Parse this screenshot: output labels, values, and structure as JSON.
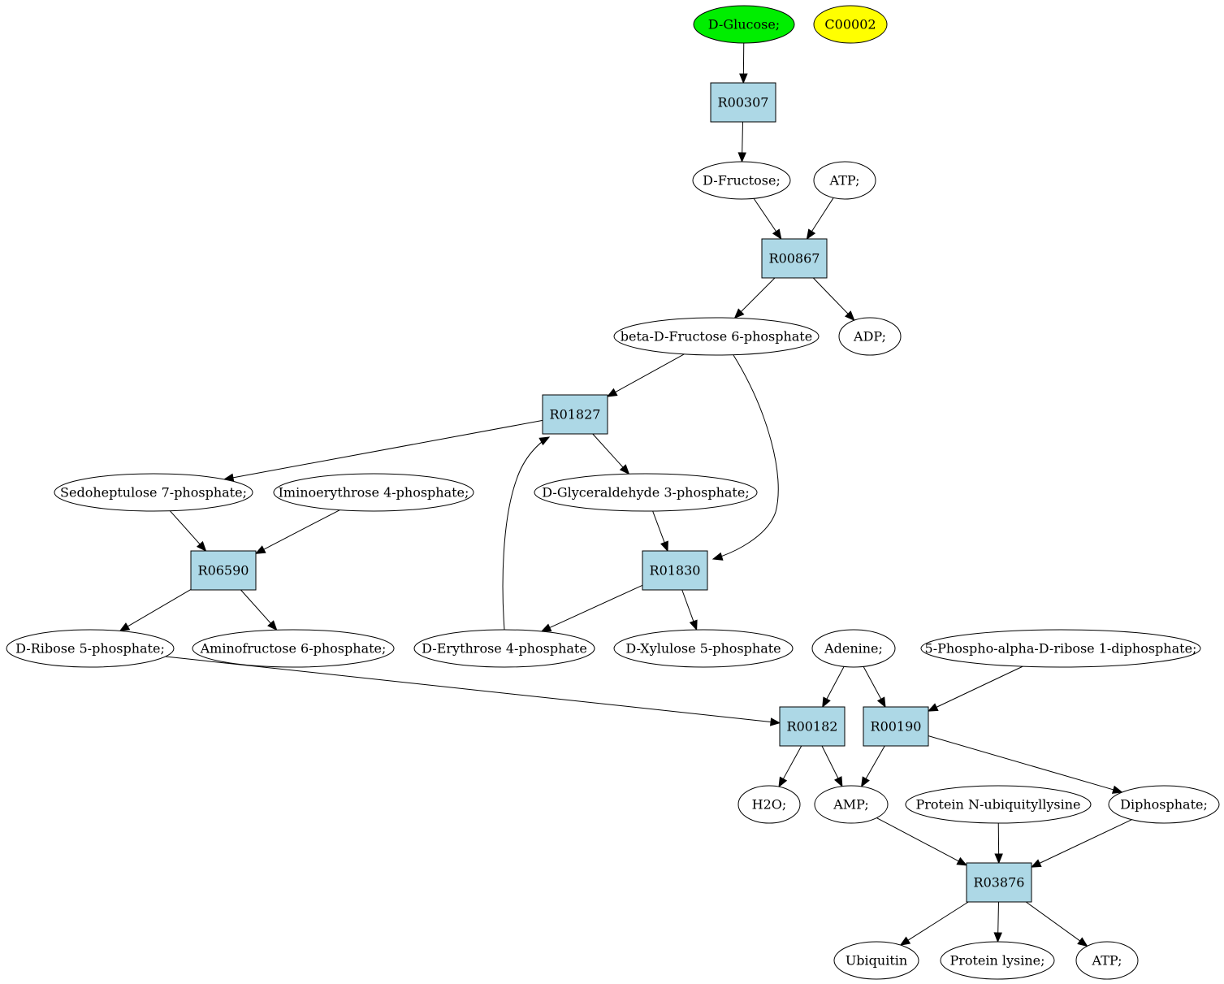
{
  "diagram": {
    "colors": {
      "compound_default": "#ffffff",
      "compound_start": "#00ee00",
      "compound_highlight": "#ffff00",
      "reaction": "#add8e6",
      "stroke": "#000000"
    },
    "compounds": [
      {
        "id": "glucose",
        "label": "D-Glucose;",
        "color": "compound_start"
      },
      {
        "id": "c00002",
        "label": "C00002",
        "color": "compound_highlight"
      },
      {
        "id": "fructose",
        "label": "D-Fructose;"
      },
      {
        "id": "atp1",
        "label": "ATP;"
      },
      {
        "id": "bf6p",
        "label": "beta-D-Fructose 6-phosphate"
      },
      {
        "id": "adp",
        "label": "ADP;"
      },
      {
        "id": "s7p",
        "label": "Sedoheptulose 7-phosphate;"
      },
      {
        "id": "i4p",
        "label": "Iminoerythrose 4-phosphate;"
      },
      {
        "id": "g3p",
        "label": "D-Glyceraldehyde 3-phosphate;"
      },
      {
        "id": "r5p",
        "label": "D-Ribose 5-phosphate;"
      },
      {
        "id": "af6p",
        "label": "Aminofructose 6-phosphate;"
      },
      {
        "id": "e4p",
        "label": "D-Erythrose 4-phosphate"
      },
      {
        "id": "x5p",
        "label": "D-Xylulose 5-phosphate"
      },
      {
        "id": "adenine",
        "label": "Adenine;"
      },
      {
        "id": "prpp",
        "label": "5-Phospho-alpha-D-ribose 1-diphosphate;"
      },
      {
        "id": "h2o",
        "label": "H2O;"
      },
      {
        "id": "amp",
        "label": "AMP;"
      },
      {
        "id": "pnu",
        "label": "Protein N-ubiquityllysine"
      },
      {
        "id": "diphosphate",
        "label": "Diphosphate;"
      },
      {
        "id": "ubiquitin",
        "label": "Ubiquitin"
      },
      {
        "id": "plys",
        "label": "Protein lysine;"
      },
      {
        "id": "atp2",
        "label": "ATP;"
      }
    ],
    "reactions": [
      {
        "id": "r00307",
        "label": "R00307"
      },
      {
        "id": "r00867",
        "label": "R00867"
      },
      {
        "id": "r01827",
        "label": "R01827"
      },
      {
        "id": "r06590",
        "label": "R06590"
      },
      {
        "id": "r01830",
        "label": "R01830"
      },
      {
        "id": "r00182",
        "label": "R00182"
      },
      {
        "id": "r00190",
        "label": "R00190"
      },
      {
        "id": "r03876",
        "label": "R03876"
      }
    ],
    "edges": [
      {
        "from": "glucose",
        "to": "r00307"
      },
      {
        "from": "r00307",
        "to": "fructose"
      },
      {
        "from": "fructose",
        "to": "r00867"
      },
      {
        "from": "atp1",
        "to": "r00867"
      },
      {
        "from": "r00867",
        "to": "bf6p"
      },
      {
        "from": "r00867",
        "to": "adp"
      },
      {
        "from": "bf6p",
        "to": "r01827"
      },
      {
        "from": "bf6p",
        "to": "r01830"
      },
      {
        "from": "r01827",
        "to": "s7p"
      },
      {
        "from": "r01827",
        "to": "g3p"
      },
      {
        "from": "e4p",
        "to": "r01827"
      },
      {
        "from": "s7p",
        "to": "r06590"
      },
      {
        "from": "i4p",
        "to": "r06590"
      },
      {
        "from": "g3p",
        "to": "r01830"
      },
      {
        "from": "r06590",
        "to": "r5p"
      },
      {
        "from": "r06590",
        "to": "af6p"
      },
      {
        "from": "r01830",
        "to": "e4p"
      },
      {
        "from": "r01830",
        "to": "x5p"
      },
      {
        "from": "r5p",
        "to": "r00182"
      },
      {
        "from": "adenine",
        "to": "r00182"
      },
      {
        "from": "adenine",
        "to": "r00190"
      },
      {
        "from": "prpp",
        "to": "r00190"
      },
      {
        "from": "r00182",
        "to": "h2o"
      },
      {
        "from": "r00182",
        "to": "amp"
      },
      {
        "from": "r00190",
        "to": "amp"
      },
      {
        "from": "r00190",
        "to": "diphosphate"
      },
      {
        "from": "amp",
        "to": "r03876"
      },
      {
        "from": "pnu",
        "to": "r03876"
      },
      {
        "from": "diphosphate",
        "to": "r03876"
      },
      {
        "from": "r03876",
        "to": "ubiquitin"
      },
      {
        "from": "r03876",
        "to": "plys"
      },
      {
        "from": "r03876",
        "to": "atp2"
      }
    ]
  }
}
